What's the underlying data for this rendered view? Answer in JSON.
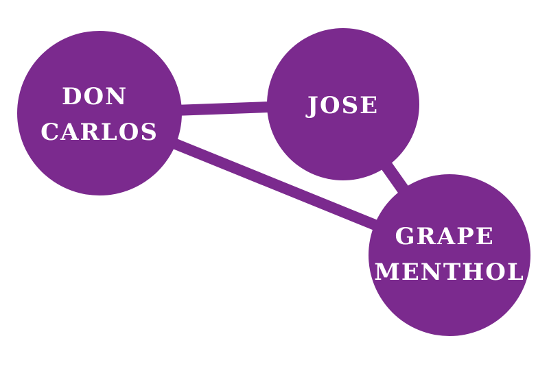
{
  "colors": {
    "node_fill": "#7b2a8e",
    "edge_stroke": "#7b2a8e",
    "label_text": "#ffffff",
    "background": "#ffffff"
  },
  "nodes": [
    {
      "id": "don-carlos",
      "lines": [
        "DON",
        "CARLOS"
      ]
    },
    {
      "id": "jose",
      "lines": [
        "JOSE"
      ]
    },
    {
      "id": "grape-menthol",
      "lines": [
        "GRAPE",
        "MENTHOL"
      ]
    }
  ],
  "edges": [
    {
      "from": "don-carlos",
      "to": "jose"
    },
    {
      "from": "don-carlos",
      "to": "grape-menthol"
    },
    {
      "from": "jose",
      "to": "grape-menthol"
    }
  ]
}
